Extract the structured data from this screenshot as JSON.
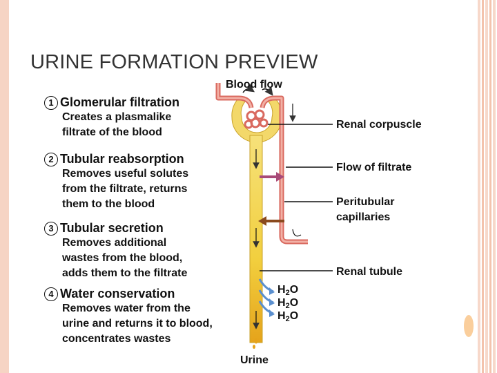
{
  "title": "URINE FORMATION PREVIEW",
  "steps": [
    {
      "num": "1",
      "head": "Glomerular filtration",
      "desc": "Creates a plasmalike\nfiltrate of the blood"
    },
    {
      "num": "2",
      "head": "Tubular reabsorption",
      "desc": "Removes useful solutes\nfrom the filtrate, returns\nthem to the blood"
    },
    {
      "num": "3",
      "head": "Tubular secretion",
      "desc": "Removes additional\nwastes from the blood,\nadds them to the filtrate"
    },
    {
      "num": "4",
      "head": "Water conservation",
      "desc": "Removes water from the\nurine and returns it to blood,\nconcentrates wastes"
    }
  ],
  "diagram": {
    "top_label": "Blood flow",
    "bottom_label": "Urine",
    "labels": {
      "renal_corpuscle": "Renal corpuscle",
      "flow_of_filtrate": "Flow of filtrate",
      "peritubular_capillaries": "Peritubular\ncapillaries",
      "renal_tubule": "Renal tubule"
    },
    "water_labels": [
      "H",
      "H",
      "H"
    ],
    "water_sub": "2",
    "water_suffix": "O",
    "colors": {
      "tubule": "#f2d34a",
      "tubule_dark": "#e7a81e",
      "capillary": "#d9695f",
      "capillary_light": "#f2b1a6",
      "reabsorb_arrow": "#a84a78",
      "secrete_arrow": "#8a4a1e",
      "water_arrow": "#5a8fcf"
    }
  }
}
